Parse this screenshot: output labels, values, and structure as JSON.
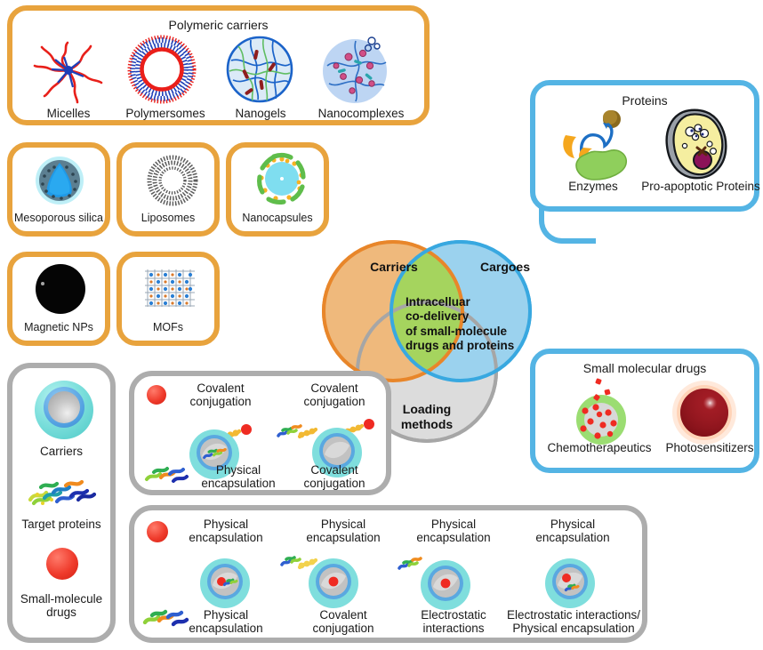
{
  "figure": {
    "kind": "scientific-schematic",
    "subject": "Intracellular co-delivery of small-molecule drugs and proteins"
  },
  "colors": {
    "carriers_border": "#E8A33D",
    "carriers_fill": "#EFB97C",
    "cargoes_border": "#54B4E4",
    "cargoes_fill": "#9BD2EE",
    "loading_border": "#ADADAD",
    "loading_fill": "#DCDCDC",
    "center_fill": "#A5D45E"
  },
  "venn": {
    "carriers_label": "Carriers",
    "cargoes_label": "Cargoes",
    "loading_label_line1": "Loading",
    "loading_label_line2": "methods",
    "center_lines": [
      "Intracelluar",
      "co-delivery",
      "of  small-molecule",
      "drugs and proteins"
    ]
  },
  "polymeric_carriers": {
    "title": "Polymeric carriers",
    "items": [
      {
        "label": "Micelles",
        "icon": "micelle-icon"
      },
      {
        "label": "Polymersomes",
        "icon": "polymersome-icon"
      },
      {
        "label": "Nanogels",
        "icon": "nanogel-icon"
      },
      {
        "label": "Nanocomplexes",
        "icon": "nanocomplex-icon"
      }
    ]
  },
  "inorganic_carriers": [
    {
      "label": "Mesoporous silica",
      "icon": "mesoporous-silica-icon"
    },
    {
      "label": "Liposomes",
      "icon": "liposome-icon"
    },
    {
      "label": "Nanocapsules",
      "icon": "nanocapsule-icon"
    },
    {
      "label": "Magnetic NPs",
      "icon": "magnetic-np-icon"
    },
    {
      "label": "MOFs",
      "icon": "mof-icon"
    }
  ],
  "proteins_panel": {
    "title": "Proteins",
    "items": [
      {
        "label": "Enzymes",
        "icon": "enzyme-icon"
      },
      {
        "label": "Pro-apoptotic Proteins",
        "icon": "apoptotic-cell-icon"
      }
    ]
  },
  "drugs_panel": {
    "title": "Small molecular drugs",
    "items": [
      {
        "label": "Chemotherapeutics",
        "icon": "chemotherapeutic-icon"
      },
      {
        "label": "Photosensitizers",
        "icon": "photosensitizer-icon"
      }
    ]
  },
  "legend_panel": {
    "items": [
      {
        "label": "Carriers",
        "icon": "carrier-nanoparticle-icon"
      },
      {
        "label": "Target proteins",
        "icon": "target-protein-icon"
      },
      {
        "label": "Small-molecule drugs",
        "icon": "small-molecule-drug-icon"
      }
    ]
  },
  "loading_row_top": {
    "items": [
      {
        "top_label": "Covalent\nconjugation",
        "bottom_label": "Physical\nencapsulation",
        "drug_mode": "covalent",
        "protein_mode": "encapsulated"
      },
      {
        "top_label": "Covalent\nconjugation",
        "bottom_label": "Covalent\nconjugation",
        "drug_mode": "covalent",
        "protein_mode": "covalent"
      }
    ]
  },
  "loading_row_bottom": {
    "items": [
      {
        "top_label": "Physical\nencapsulation",
        "bottom_label": "Physical\nencapsulation",
        "drug_mode": "encapsulated",
        "protein_mode": "encapsulated"
      },
      {
        "top_label": "Physical\nencapsulation",
        "bottom_label": "Covalent\nconjugation",
        "drug_mode": "encapsulated",
        "protein_mode": "covalent"
      },
      {
        "top_label": "Physical\nencapsulation",
        "bottom_label": "Electrostatic\ninteractions",
        "drug_mode": "encapsulated",
        "protein_mode": "electrostatic"
      },
      {
        "top_label": "Physical\nencapsulation",
        "bottom_label": "Electrostatic interactions/\nPhysical encapsulation",
        "drug_mode": "encapsulated",
        "protein_mode": "both"
      }
    ]
  }
}
